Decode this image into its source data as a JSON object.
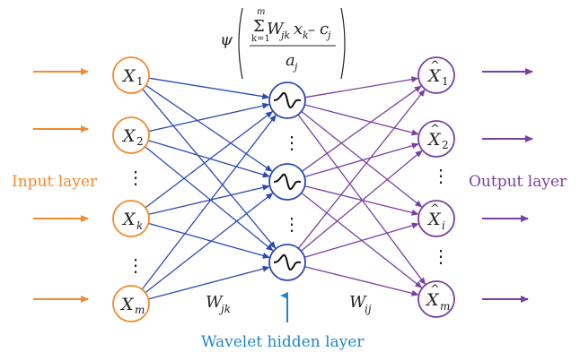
{
  "colors": {
    "input": "#f28a2e",
    "hidden": "#2b4bb3",
    "output": "#7a3fa2",
    "hidden_label": "#1f86c7",
    "text": "#222222",
    "hidden_arrow": "#1f86c7"
  },
  "labels": {
    "input_layer": "Input layer",
    "output_layer": "Output layer",
    "hidden_layer": "Wavelet hidden layer",
    "weight_in": {
      "base": "W",
      "sub": "jk"
    },
    "weight_out": {
      "base": "W",
      "sub": "ij"
    }
  },
  "input_nodes": [
    {
      "base": "X",
      "sub": "1"
    },
    {
      "base": "X",
      "sub": "2"
    },
    {
      "base": "X",
      "sub": "k"
    },
    {
      "base": "X",
      "sub": "m"
    }
  ],
  "output_nodes": [
    {
      "base": "X",
      "hat": "^",
      "sub": "1"
    },
    {
      "base": "X",
      "hat": "^",
      "sub": "2"
    },
    {
      "base": "X",
      "hat": "^",
      "sub": "i"
    },
    {
      "base": "X",
      "hat": "^",
      "sub": "m"
    }
  ],
  "formula": {
    "psi": "ψ",
    "sum": "Σ",
    "sum_top": "m",
    "sum_bottom": "k=1",
    "numerator_rest_W": "W",
    "numerator_rest_Wsub": "jk",
    "numerator_rest_x": "x",
    "numerator_rest_xsub": "k",
    "minus": "–",
    "c": "c",
    "csub": "j",
    "denominator": "a",
    "denominator_sub": "j"
  },
  "ellipsis": "⋮"
}
